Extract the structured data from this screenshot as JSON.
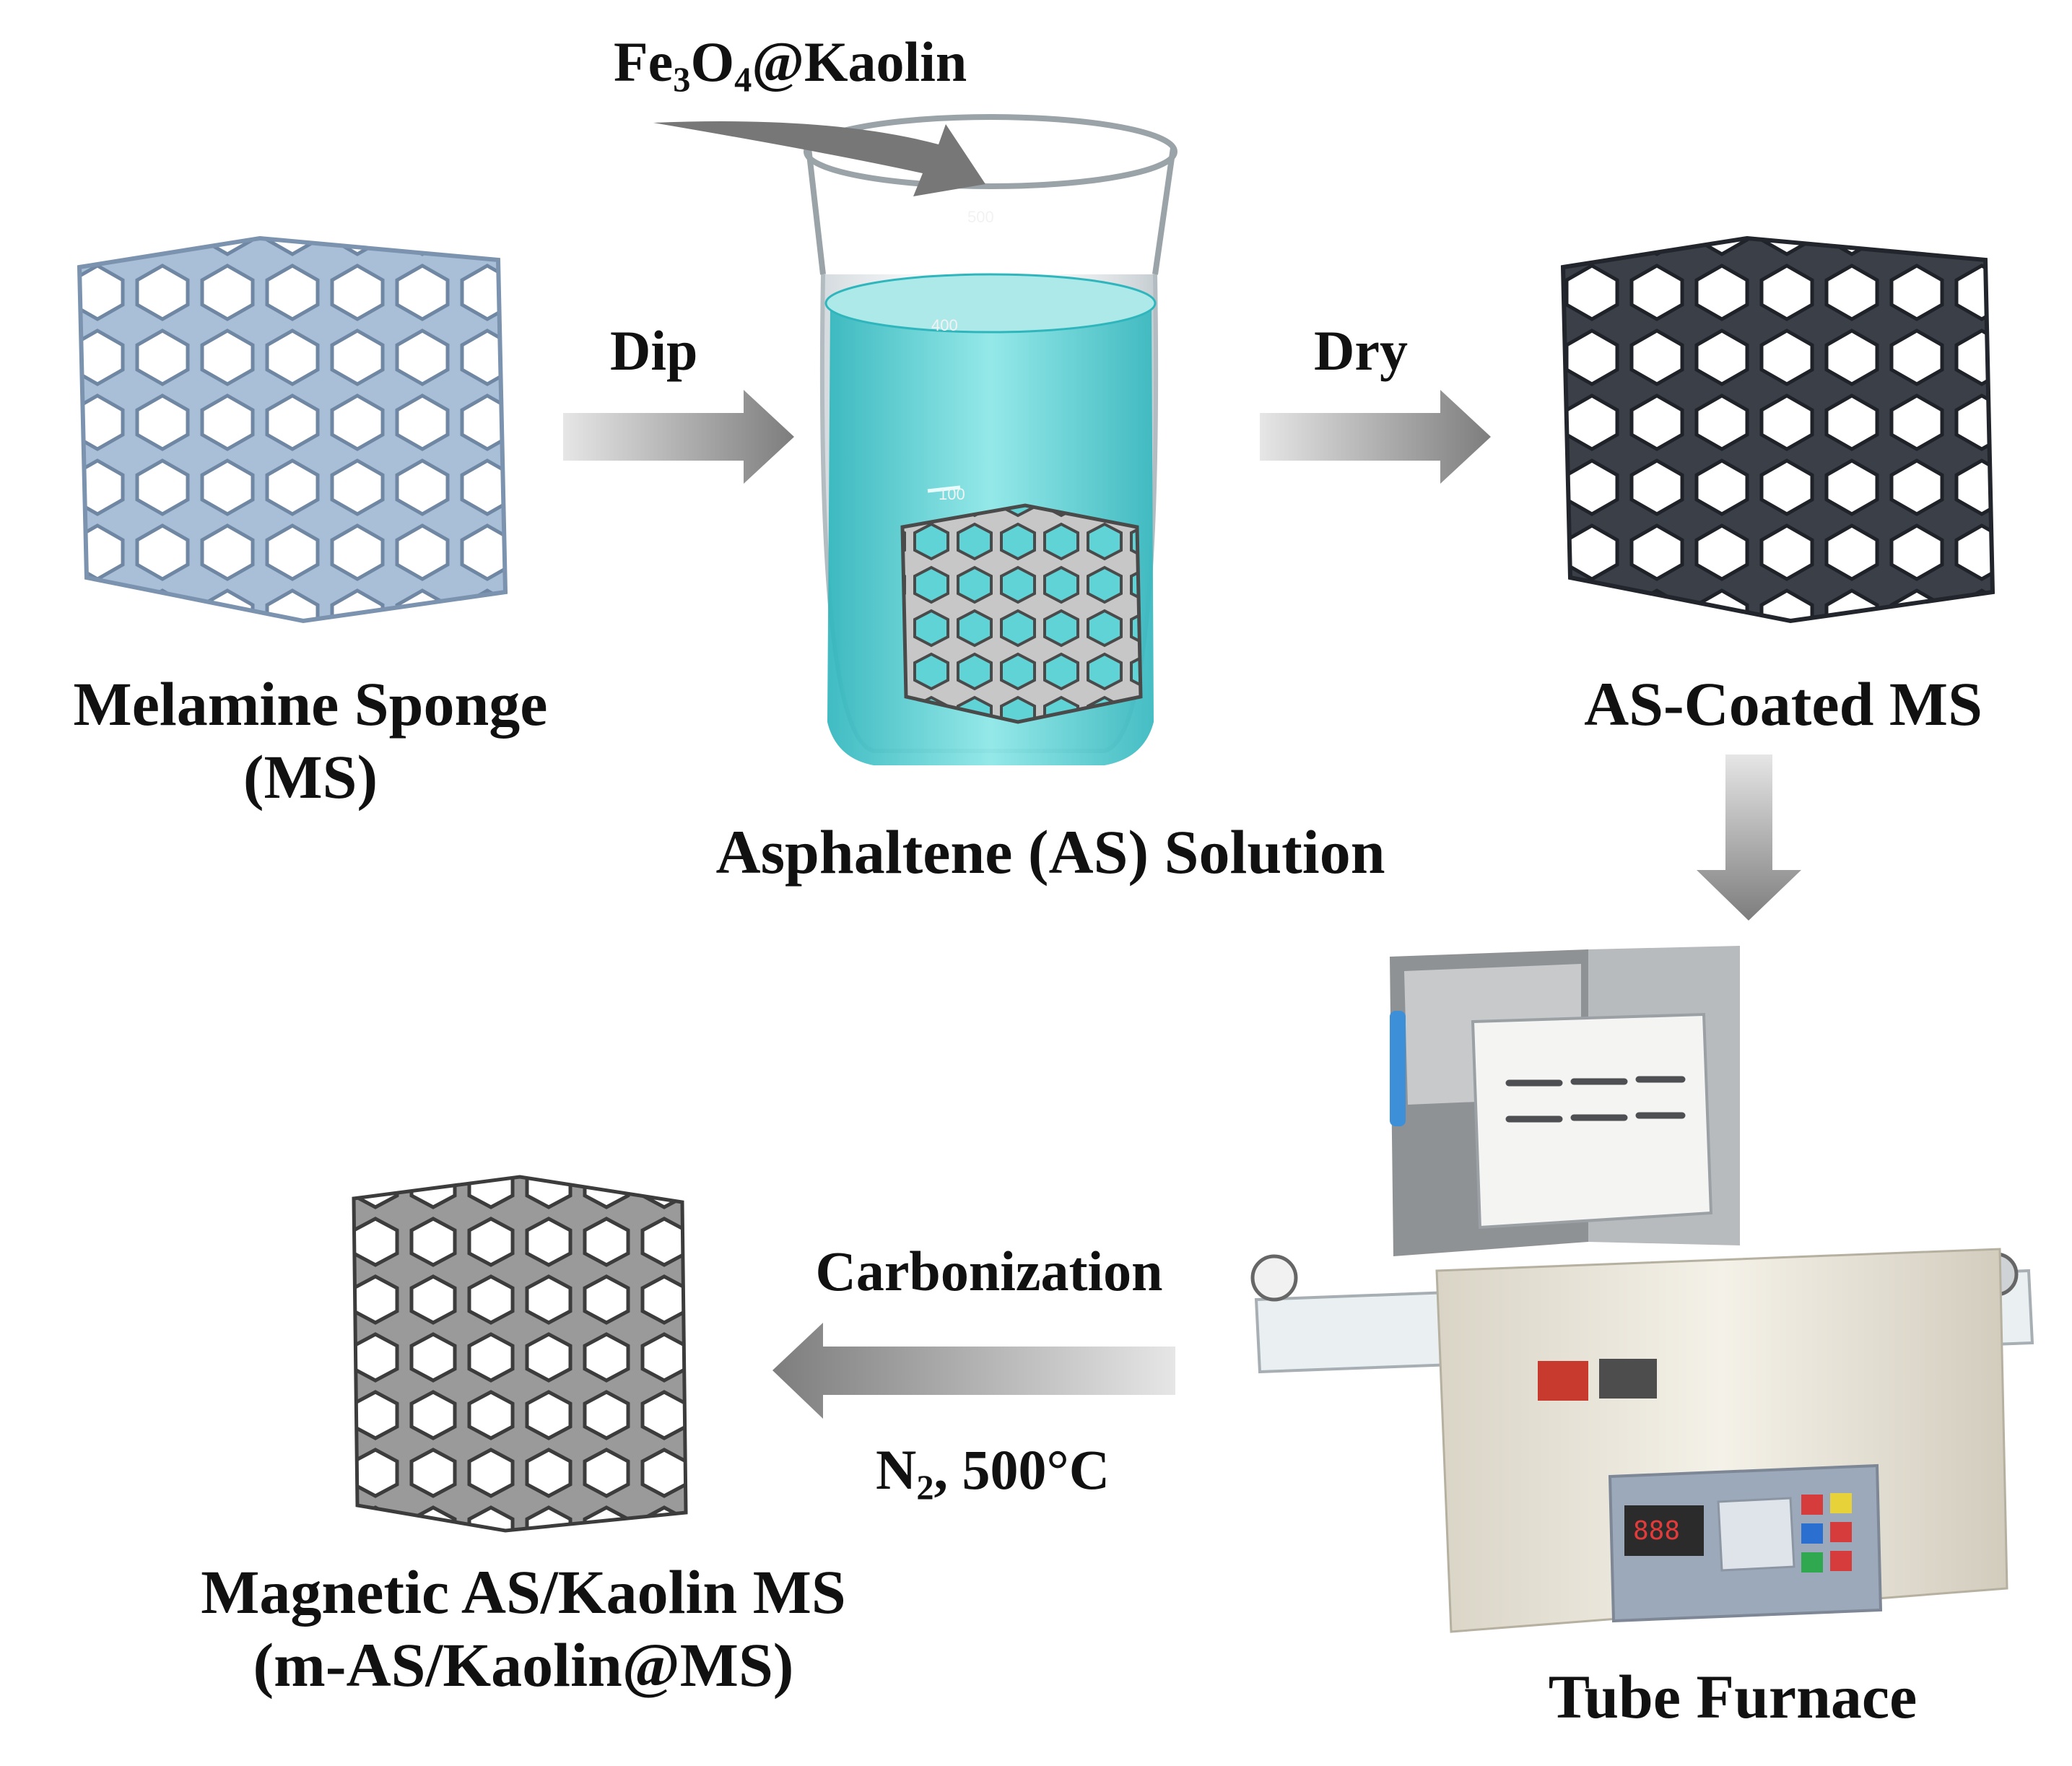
{
  "labels": {
    "additive_prefix": "Fe",
    "additive_sub1": "3",
    "additive_mid": "O",
    "additive_sub2": "4",
    "additive_suffix": "@Kaolin",
    "step_dip": "Dip",
    "step_dry": "Dry",
    "sponge_line1": "Melamine Sponge",
    "sponge_line2": "(MS)",
    "solution": "Asphaltene (AS) Solution",
    "coated": "AS-Coated MS",
    "furnace": "Tube Furnace",
    "step_carbonization": "Carbonization",
    "condition_prefix": "N",
    "condition_sub": "2",
    "condition_suffix": ", 500°C",
    "product_line1": "Magnetic AS/Kaolin MS",
    "product_line2": "(m-AS/Kaolin@MS)"
  },
  "beaker_marks": [
    "500",
    "400",
    "100"
  ],
  "colors": {
    "pristine_sponge": "#a9bfd8",
    "coated_sponge": "#3a3f48",
    "carbonized_sponge": "#9a9a9a",
    "solution": "#5fd3d6",
    "arrow": "#8c8c8c",
    "furnace_body": "#ece8dd",
    "furnace_panel": "#3f5d8a"
  }
}
